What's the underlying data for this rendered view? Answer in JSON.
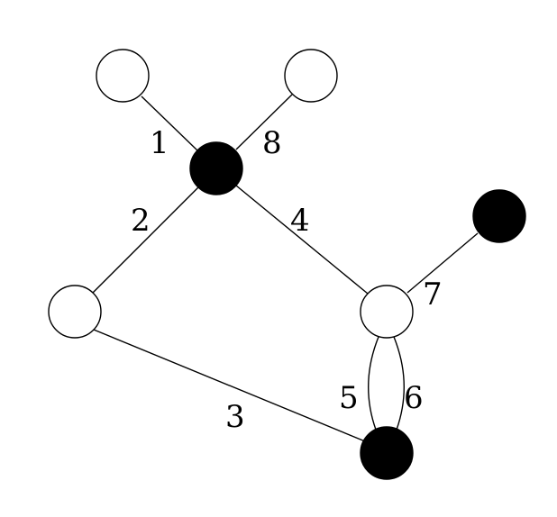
{
  "graph": {
    "node_colors": {
      "filled": "#000000",
      "empty": "#ffffff"
    },
    "nodes": [
      {
        "id": "top-left",
        "filled": false
      },
      {
        "id": "top-right",
        "filled": false
      },
      {
        "id": "hub",
        "filled": true
      },
      {
        "id": "right-leaf",
        "filled": true
      },
      {
        "id": "left",
        "filled": false
      },
      {
        "id": "middle-right",
        "filled": false
      },
      {
        "id": "bottom",
        "filled": true
      }
    ],
    "edges": [
      {
        "label": "1",
        "from": "top-left",
        "to": "hub"
      },
      {
        "label": "2",
        "from": "hub",
        "to": "left"
      },
      {
        "label": "3",
        "from": "left",
        "to": "bottom"
      },
      {
        "label": "4",
        "from": "hub",
        "to": "middle-right"
      },
      {
        "label": "5",
        "from": "middle-right",
        "to": "bottom"
      },
      {
        "label": "6",
        "from": "middle-right",
        "to": "bottom"
      },
      {
        "label": "7",
        "from": "middle-right",
        "to": "right-leaf"
      },
      {
        "label": "8",
        "from": "top-right",
        "to": "hub"
      }
    ]
  }
}
